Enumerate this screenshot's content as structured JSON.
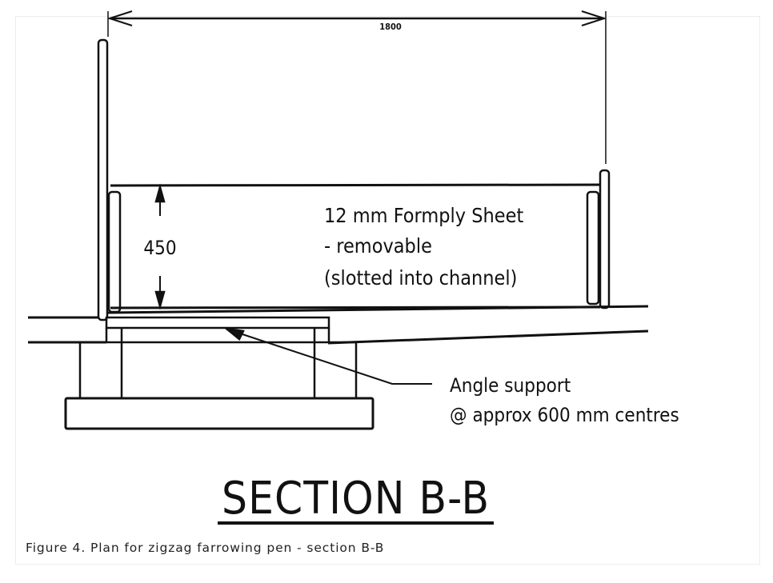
{
  "dimensions": {
    "width_label": "1800",
    "height_label": "450"
  },
  "labels": {
    "sheet_line1": "12 mm Formply Sheet",
    "sheet_line2": "- removable",
    "sheet_line3": "(slotted into channel)",
    "support_line1": "Angle support",
    "support_line2": "@ approx 600 mm centres"
  },
  "section_title": "SECTION B-B",
  "caption": "Figure 4. Plan for zigzag farrowing pen - section B-B"
}
